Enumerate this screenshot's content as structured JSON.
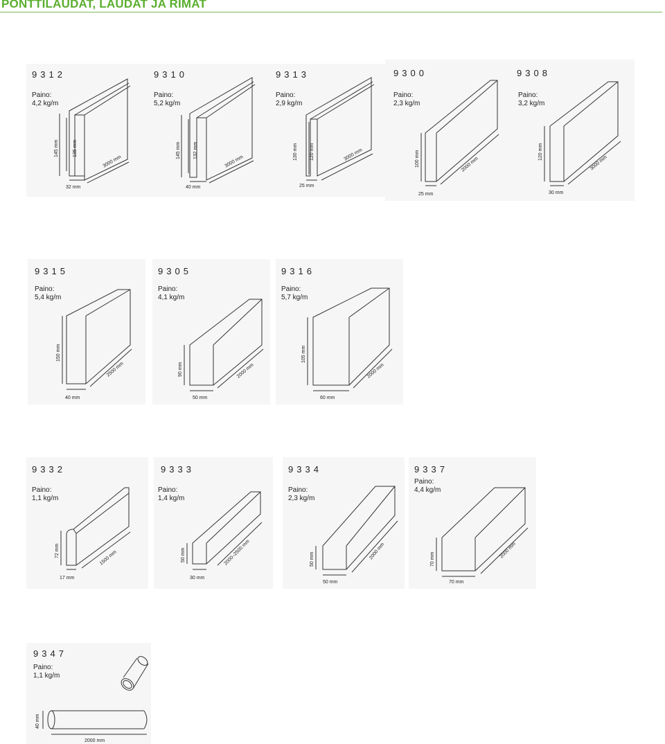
{
  "page": {
    "title": "PONTTILAUDAT, LAUDAT JA RIMAT"
  },
  "products": [
    {
      "code": "9312",
      "weight_label": "Paino:",
      "weight": "4,2 kg/m",
      "height": "145 mm",
      "inner_height": "135 mm",
      "length": "3000 mm",
      "thickness": "32 mm"
    },
    {
      "code": "9310",
      "weight_label": "Paino:",
      "weight": "5,2 kg/m",
      "height": "145 mm",
      "inner_height": "132 mm",
      "length": "3000 mm",
      "thickness": "40 mm"
    },
    {
      "code": "9313",
      "weight_label": "Paino:",
      "weight": "2,9 kg/m",
      "height": "130 mm",
      "inner_height": "120 mm",
      "length": "3000 mm",
      "thickness": "25 mm"
    },
    {
      "code": "9300",
      "weight_label": "Paino:",
      "weight": "2,3 kg/m",
      "height": "100 mm",
      "length": "2000 mm",
      "thickness": "25 mm"
    },
    {
      "code": "9308",
      "weight_label": "Paino:",
      "weight": "3,2 kg/m",
      "height": "120 mm",
      "length": "3000 mm",
      "thickness": "30 mm"
    },
    {
      "code": "9315",
      "weight_label": "Paino:",
      "weight": "5,4 kg/m",
      "height": "150 mm",
      "length": "2500 mm",
      "thickness": "40 mm"
    },
    {
      "code": "9305",
      "weight_label": "Paino:",
      "weight": "4,1 kg/m",
      "height": "90 mm",
      "length": "2000 mm",
      "thickness": "50 mm"
    },
    {
      "code": "9316",
      "weight_label": "Paino:",
      "weight": "5,7 kg/m",
      "height": "105 mm",
      "length": "2000 mm",
      "thickness": "60 mm"
    },
    {
      "code": "9332",
      "weight_label": "Paino:",
      "weight": "1,1 kg/m",
      "height": "72 mm",
      "length": "1500 mm",
      "thickness": "17 mm"
    },
    {
      "code": "9333",
      "weight_label": "Paino:",
      "weight": "1,4 kg/m",
      "height": "50 mm",
      "length": "2000–2500 mm",
      "thickness": "30 mm"
    },
    {
      "code": "9334",
      "weight_label": "Paino:",
      "weight": "2,3 kg/m",
      "height": "50 mm",
      "length": "2000 mm",
      "thickness": "50 mm"
    },
    {
      "code": "9337",
      "weight_label": "Paino:",
      "weight": "4,4 kg/m",
      "height": "70 mm",
      "length": "2000 mm",
      "thickness": "70 mm"
    },
    {
      "code": "9347",
      "weight_label": "Paino:",
      "weight": "1,1 kg/m",
      "height": "40 mm",
      "length": "2000 mm"
    }
  ]
}
